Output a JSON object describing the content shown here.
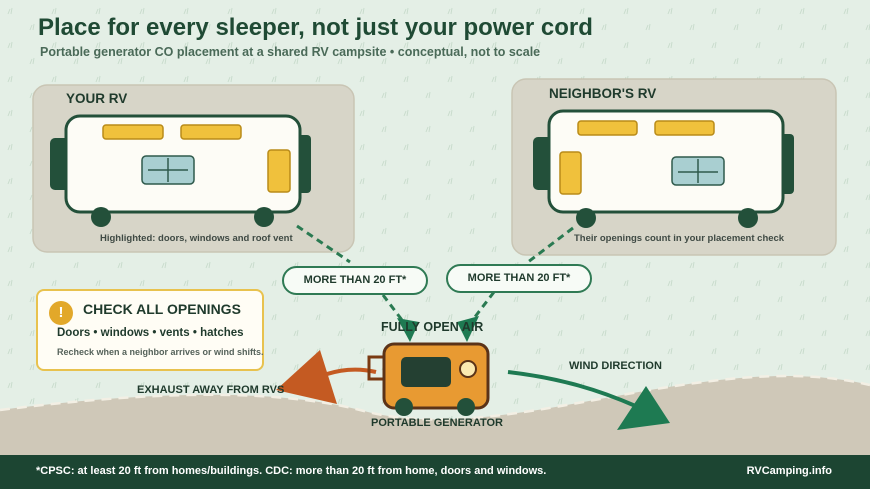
{
  "title": "Place for every sleeper, not just your power cord",
  "subtitle": "Portable generator CO placement at a shared RV campsite • conceptual, not to scale",
  "your_rv": {
    "label": "YOUR RV",
    "caption": "Highlighted: doors, windows and roof vent"
  },
  "neighbor_rv": {
    "label": "NEIGHBOR'S RV",
    "caption": "Their openings count in your placement check"
  },
  "distance_left": "MORE THAN 20 FT*",
  "distance_right": "MORE THAN 20 FT*",
  "open_air_label": "FULLY OPEN AIR",
  "check_box": {
    "icon": "!",
    "title": "CHECK ALL OPENINGS",
    "items": "Doors • windows • vents • hatches",
    "note": "Recheck when a neighbor arrives or wind shifts."
  },
  "exhaust_label": "EXHAUST AWAY FROM RVS",
  "wind_label": "WIND DIRECTION",
  "generator_label": "PORTABLE GENERATOR",
  "footer": {
    "note": "*CPSC: at least 20 ft from homes/buildings. CDC: more than 20 ft from home, doors and windows.",
    "brand": "RVCamping.info"
  },
  "colors": {
    "background": "#e4efe6",
    "dark_green": "#1f4a34",
    "accent_green": "#1e7a52",
    "exhaust_orange": "#c45a22",
    "generator_orange": "#e89a32",
    "opening_yellow": "#f0c13c",
    "footer": "#1c4532"
  }
}
